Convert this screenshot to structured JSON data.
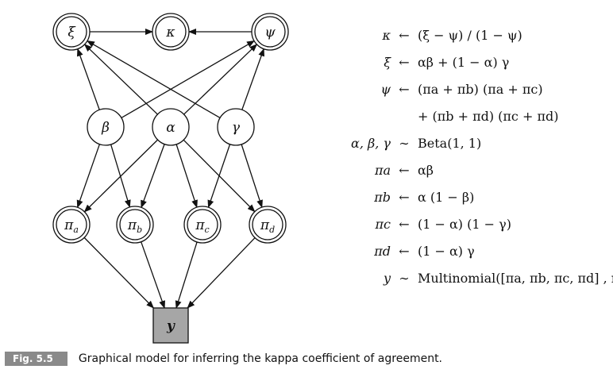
{
  "nodes": {
    "xi": {
      "label": "ξ",
      "type": "deterministic"
    },
    "kappa": {
      "label": "κ",
      "type": "deterministic"
    },
    "psi": {
      "label": "ψ",
      "type": "deterministic"
    },
    "beta": {
      "label": "β",
      "type": "stochastic"
    },
    "alpha": {
      "label": "α",
      "type": "stochastic"
    },
    "gamma": {
      "label": "γ",
      "type": "stochastic"
    },
    "pi_a": {
      "label": "π",
      "sub": "a",
      "type": "deterministic"
    },
    "pi_b": {
      "label": "π",
      "sub": "b",
      "type": "deterministic"
    },
    "pi_c": {
      "label": "π",
      "sub": "c",
      "type": "deterministic"
    },
    "pi_d": {
      "label": "π",
      "sub": "d",
      "type": "deterministic"
    },
    "y": {
      "label": "y",
      "type": "observed"
    }
  },
  "edges": [
    [
      "xi",
      "kappa"
    ],
    [
      "psi",
      "kappa"
    ],
    [
      "beta",
      "xi"
    ],
    [
      "beta",
      "psi"
    ],
    [
      "alpha",
      "xi"
    ],
    [
      "alpha",
      "psi"
    ],
    [
      "gamma",
      "xi"
    ],
    [
      "gamma",
      "psi"
    ],
    [
      "beta",
      "pi_a"
    ],
    [
      "beta",
      "pi_b"
    ],
    [
      "alpha",
      "pi_a"
    ],
    [
      "alpha",
      "pi_b"
    ],
    [
      "alpha",
      "pi_c"
    ],
    [
      "alpha",
      "pi_d"
    ],
    [
      "gamma",
      "pi_c"
    ],
    [
      "gamma",
      "pi_d"
    ],
    [
      "pi_a",
      "y"
    ],
    [
      "pi_b",
      "y"
    ],
    [
      "pi_c",
      "y"
    ],
    [
      "pi_d",
      "y"
    ]
  ],
  "equations": [
    {
      "lhs": "κ",
      "rel": "←",
      "rhs": "(ξ − ψ) / (1 − ψ)"
    },
    {
      "lhs": "ξ",
      "rel": "←",
      "rhs": "αβ + (1 − α) γ"
    },
    {
      "lhs": "ψ",
      "rel": "←",
      "rhs": "(πa + πb) (πa + πc)"
    },
    {
      "lhs": "",
      "rel": "",
      "rhs": "+ (πb + πd) (πc + πd)"
    },
    {
      "lhs": "α, β, γ",
      "rel": "∼",
      "rhs": "Beta(1, 1)"
    },
    {
      "lhs": "πa",
      "rel": "←",
      "rhs": "αβ"
    },
    {
      "lhs": "πb",
      "rel": "←",
      "rhs": "α (1 − β)"
    },
    {
      "lhs": "πc",
      "rel": "←",
      "rhs": "(1 − α) (1 − γ)"
    },
    {
      "lhs": "πd",
      "rel": "←",
      "rhs": "(1 − α) γ"
    },
    {
      "lhs": "y",
      "rel": "∼",
      "rhs": "Multinomial([πa, πb, πc, πd] , n)"
    }
  ],
  "caption": {
    "tag": "Fig. 5.5",
    "text": "Graphical model for inferring the kappa coefficient of agreement."
  },
  "colors": {
    "observed_fill": "#a6a6a6",
    "caption_tag_bg": "#8a8a8a"
  }
}
